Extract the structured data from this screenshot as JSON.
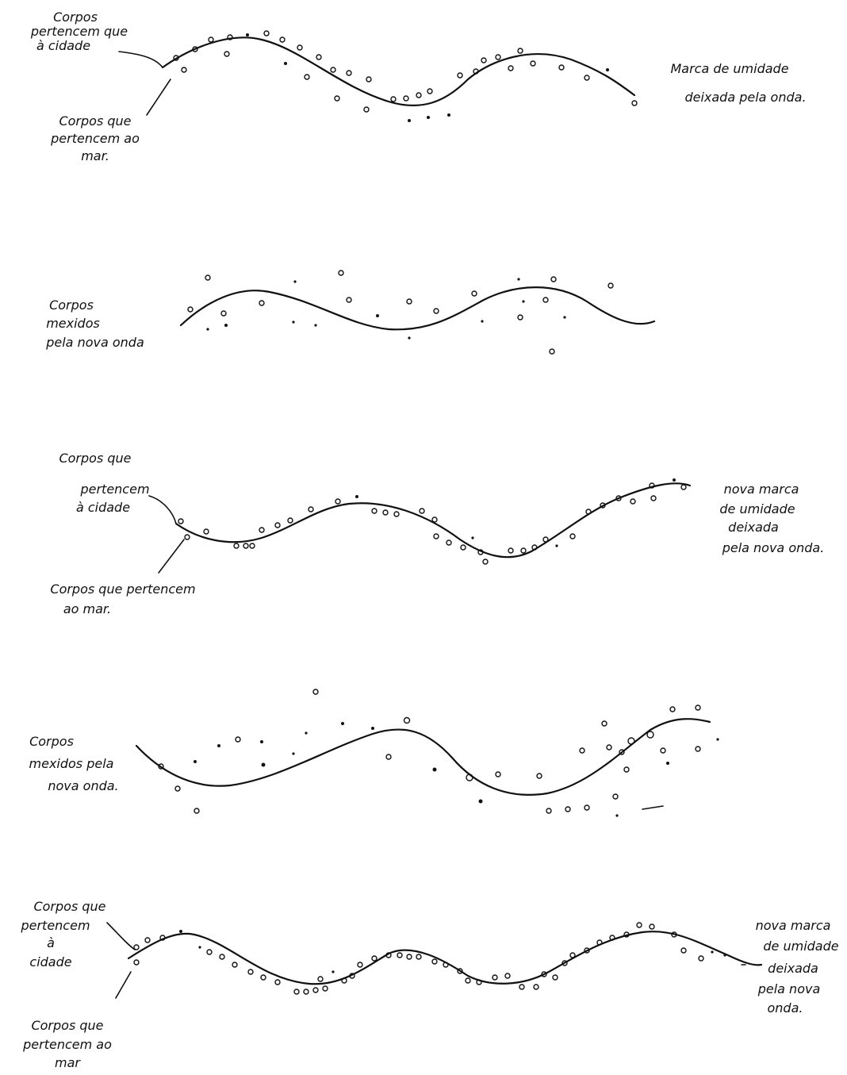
{
  "panels": [
    {
      "id": "p1",
      "labels": {
        "city": [
          "Corpos",
          "pertencem que",
          "à cidade"
        ],
        "sea": [
          "Corpos que",
          "pertencem ao",
          "mar."
        ],
        "mark": [
          "Marca de umidade",
          "deixada pela onda."
        ]
      }
    },
    {
      "id": "p2",
      "labels": {
        "moved": [
          "Corpos",
          "mexidos",
          "pela nova onda"
        ]
      }
    },
    {
      "id": "p3",
      "labels": {
        "city": [
          "Corpos que",
          "pertencem",
          "à cidade"
        ],
        "sea": [
          "Corpos que pertencem",
          "ao mar."
        ],
        "mark": [
          "nova marca",
          "de umidade",
          "deixada",
          "pela nova onda."
        ]
      }
    },
    {
      "id": "p4",
      "labels": {
        "moved": [
          "Corpos",
          "mexidos pela",
          "nova onda."
        ]
      }
    },
    {
      "id": "p5",
      "labels": {
        "city": [
          "Corpos que",
          "pertencem",
          "à",
          "cidade"
        ],
        "sea": [
          "Corpos que",
          "pertencem ao",
          "mar"
        ],
        "mark": [
          "nova marca",
          "de umidade",
          "deixada",
          "pela nova",
          "onda."
        ]
      }
    }
  ]
}
